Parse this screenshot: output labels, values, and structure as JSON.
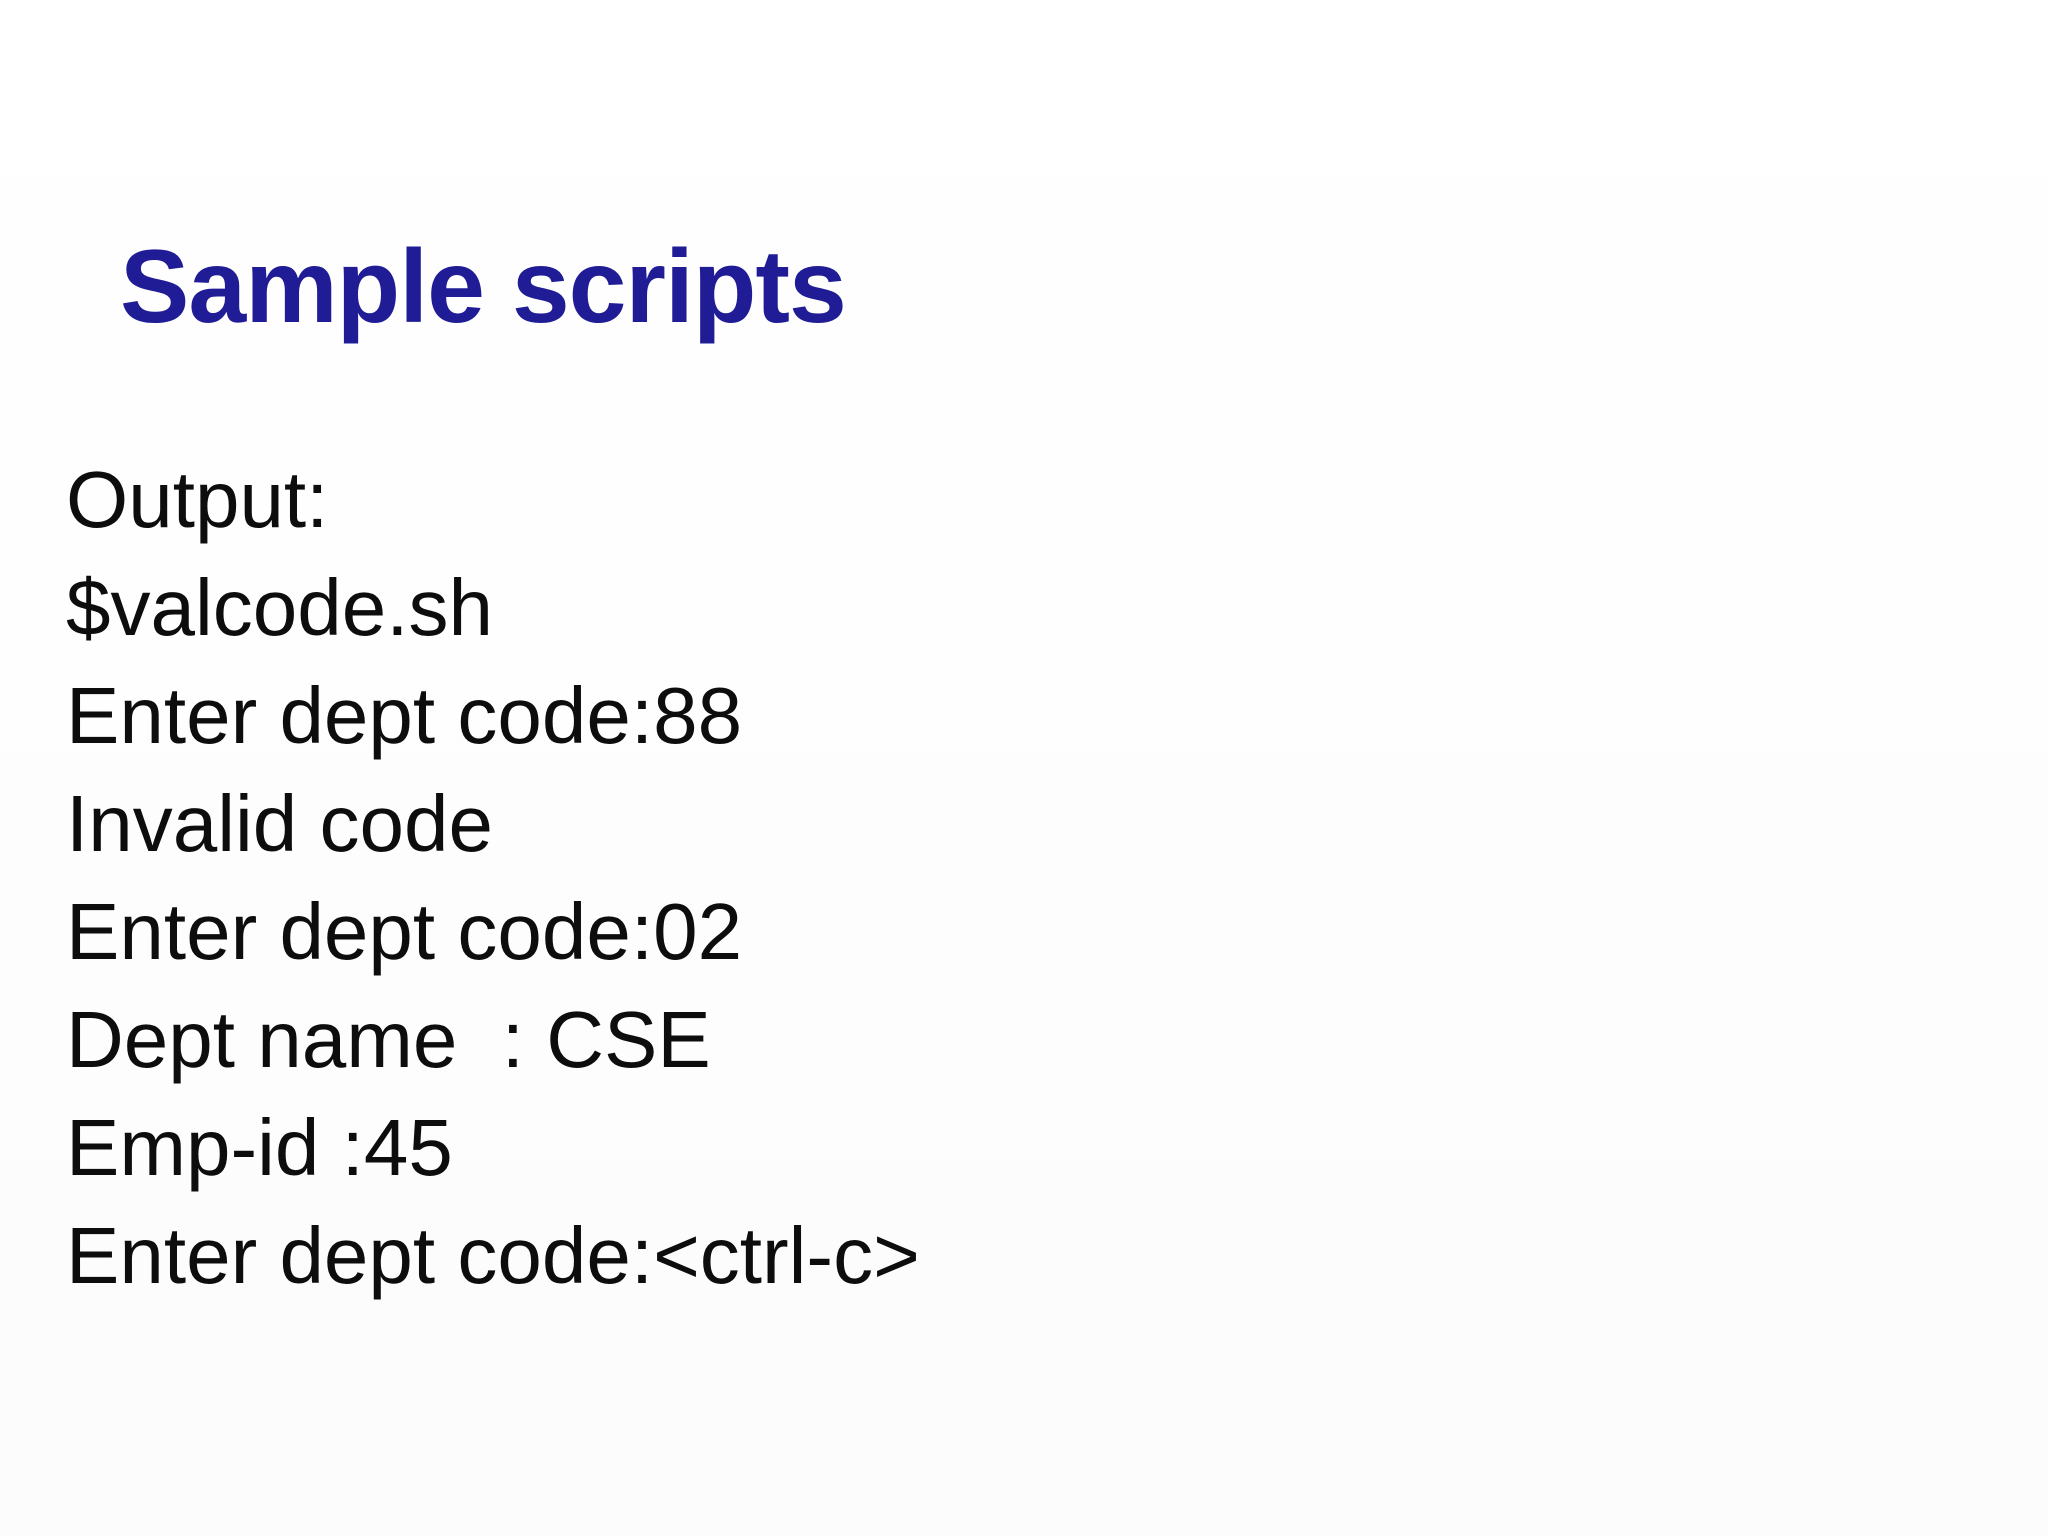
{
  "slide": {
    "title": "Sample scripts",
    "colors": {
      "title": "#201c96",
      "body_text": "#0d0d0d",
      "background": "#ffffff"
    },
    "output_lines": [
      "Output:",
      "$valcode.sh",
      "Enter dept code:88",
      "Invalid code",
      "Enter dept code:02",
      "Dept name  : CSE",
      "Emp-id :45",
      "Enter dept code:<ctrl-c>"
    ]
  }
}
